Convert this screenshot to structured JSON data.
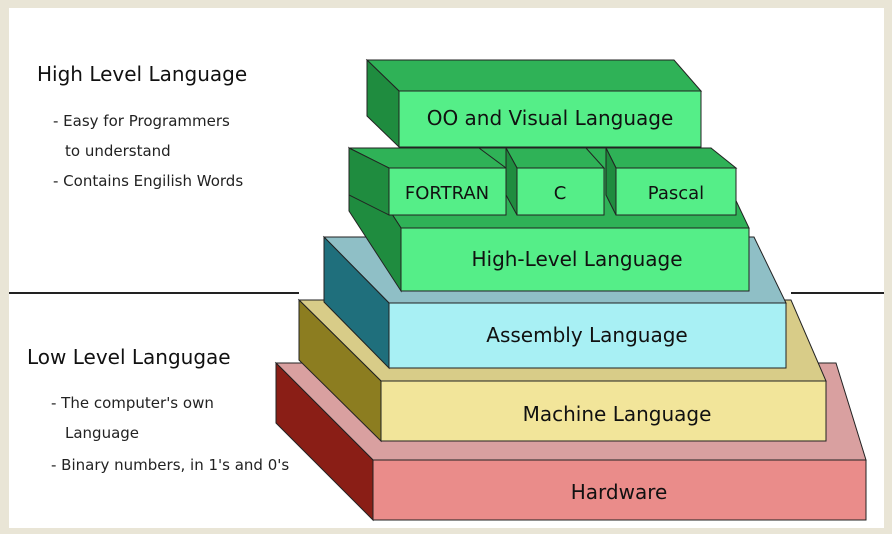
{
  "high_level": {
    "title": "High Level Language",
    "points": [
      "- Easy for Programmers",
      "  to understand",
      "- Contains Engilish Words"
    ]
  },
  "low_level": {
    "title": "Low Level Langugae",
    "points": [
      "- The computer's own",
      "  Language",
      "- Binary numbers, in 1's and 0's"
    ]
  },
  "layers": {
    "oo_visual": "OO and Visual Language",
    "fortran": "FORTRAN",
    "c": "C",
    "pascal": "Pascal",
    "high_level": "High-Level Language",
    "assembly": "Assembly Language",
    "machine": "Machine Language",
    "hardware": "Hardware"
  },
  "colors": {
    "green_face": "#55ee88",
    "green_side": "#1f8c3f",
    "green_top": "#2fb257",
    "assembly_face": "#a8f0f4",
    "assembly_side": "#1f6f7c",
    "assembly_top": "#8fbfc6",
    "machine_face": "#f2e59a",
    "machine_side": "#8c7d20",
    "machine_top": "#d8cc88",
    "hardware_face": "#ea8c8a",
    "hardware_side": "#8a1e16",
    "hardware_top": "#d9a0a0"
  }
}
